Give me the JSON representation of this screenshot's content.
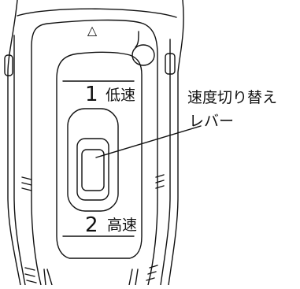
{
  "diagram": {
    "top_marker": "△",
    "position_1": {
      "number": "1",
      "label": "低速"
    },
    "position_2": {
      "number": "2",
      "label": "高速"
    },
    "callout": {
      "line1": "速度切り替え",
      "line2": "レバー"
    }
  }
}
